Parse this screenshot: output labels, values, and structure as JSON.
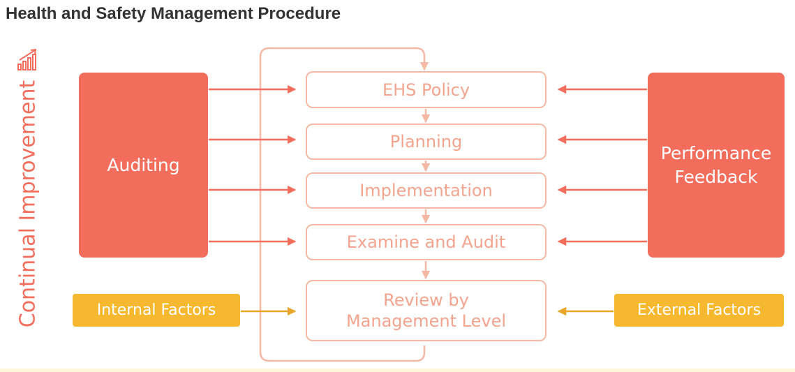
{
  "title": "Health and Safety Management Procedure",
  "side_label": "Continual Improvement",
  "steps": [
    "EHS Policy",
    "Planning",
    "Implementation",
    "Examine and Audit",
    "Review by\nManagement Level"
  ],
  "left_box": "Auditing",
  "right_box": "Performance\nFeedback",
  "internal_factors": "Internal Factors",
  "external_factors": "External Factors",
  "colors": {
    "coral": "#f26d5b",
    "light_coral": "#f5b8a5",
    "step_text": "#f3a48e",
    "amber": "#f5b82e",
    "amber_arrow": "#e8a628",
    "title_text": "#333333"
  },
  "icons": {
    "improvement": "bar-chart-up-arrow-icon"
  }
}
